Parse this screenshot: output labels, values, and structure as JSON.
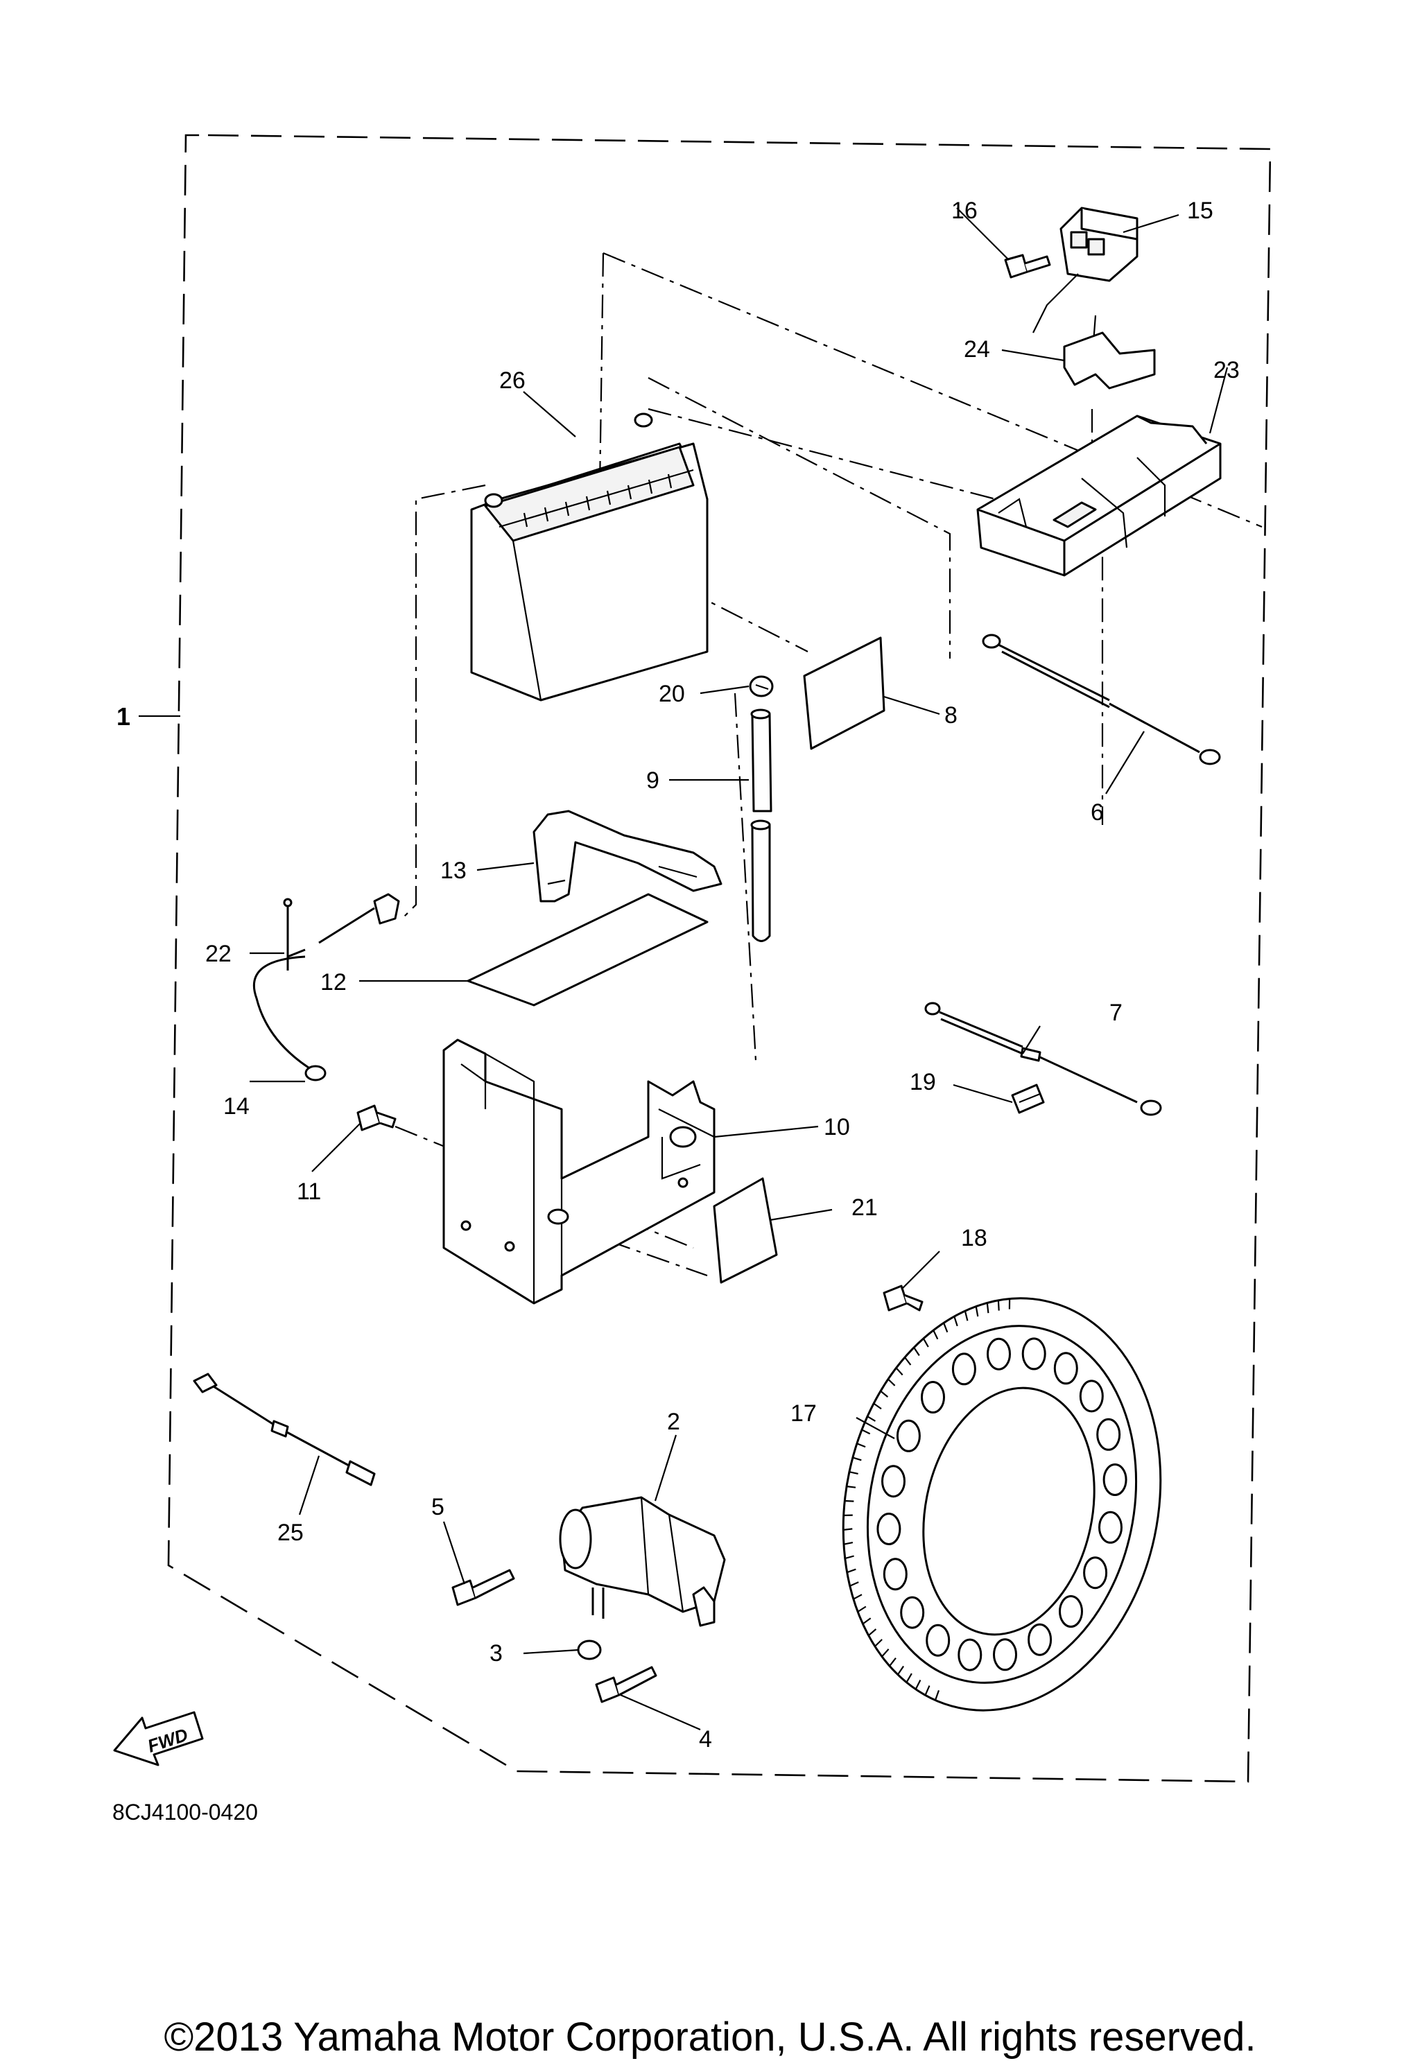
{
  "diagram": {
    "part_callouts": [
      {
        "id": "p1",
        "label": "1"
      },
      {
        "id": "p2",
        "label": "2"
      },
      {
        "id": "p3",
        "label": "3"
      },
      {
        "id": "p4",
        "label": "4"
      },
      {
        "id": "p5",
        "label": "5"
      },
      {
        "id": "p6",
        "label": "6"
      },
      {
        "id": "p7",
        "label": "7"
      },
      {
        "id": "p8",
        "label": "8"
      },
      {
        "id": "p9",
        "label": "9"
      },
      {
        "id": "p10",
        "label": "10"
      },
      {
        "id": "p11",
        "label": "11"
      },
      {
        "id": "p12",
        "label": "12"
      },
      {
        "id": "p13",
        "label": "13"
      },
      {
        "id": "p14",
        "label": "14"
      },
      {
        "id": "p15",
        "label": "15"
      },
      {
        "id": "p16",
        "label": "16"
      },
      {
        "id": "p17",
        "label": "17"
      },
      {
        "id": "p18",
        "label": "18"
      },
      {
        "id": "p19",
        "label": "19"
      },
      {
        "id": "p20",
        "label": "20"
      },
      {
        "id": "p21",
        "label": "21"
      },
      {
        "id": "p22",
        "label": "22"
      },
      {
        "id": "p23",
        "label": "23"
      },
      {
        "id": "p24",
        "label": "24"
      },
      {
        "id": "p25",
        "label": "25"
      },
      {
        "id": "p26",
        "label": "26"
      }
    ],
    "fwd_label": "FWD",
    "diagram_code": "8CJ4100-0420"
  },
  "footer": {
    "copyright": "©2013 Yamaha Motor Corporation, U.S.A. All rights reserved."
  }
}
